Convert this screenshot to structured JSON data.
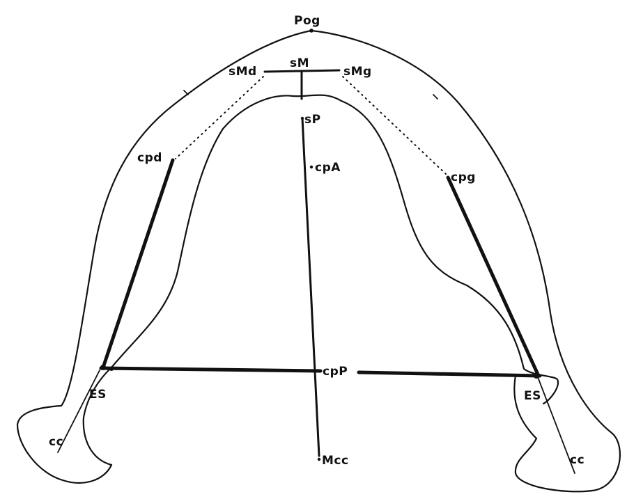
{
  "labels": {
    "pog": "Pog",
    "sm": "sM",
    "smd": "sMd",
    "smg": "sMg",
    "sp": "sP",
    "cpa": "cpA",
    "cpd": "cpd",
    "cpg": "cpg",
    "cpp": "cpP",
    "es_left": "ES",
    "es_right": "ES",
    "cc_left": "cc",
    "cc_right": "cc",
    "mcc": "Mcc"
  }
}
